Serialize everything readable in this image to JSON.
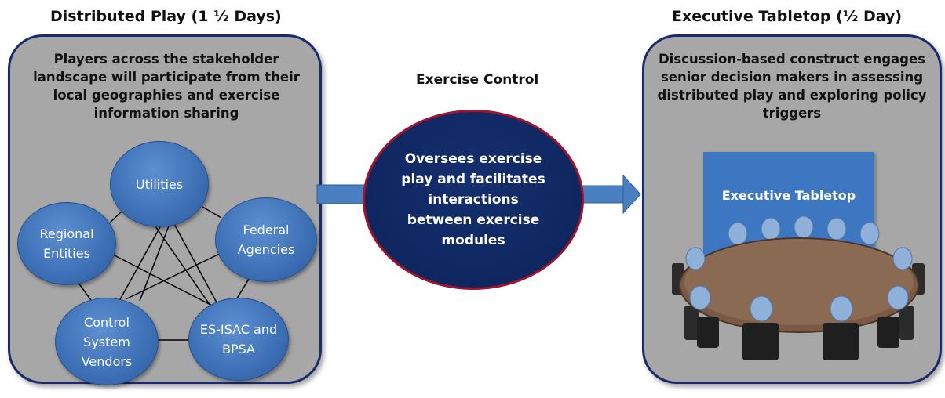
{
  "left": {
    "heading": "Distributed Play (1 ½ Days)",
    "description": "Players across the stakeholder landscape will participate from their local geographies and exercise information sharing",
    "nodes": {
      "utilities": "Utilities",
      "regional": "Regional\nEntities",
      "federal": "Federal\nAgencies",
      "vendors": "Control\nSystem\nVendors",
      "esisac": "ES-ISAC and\nBPSA"
    }
  },
  "center": {
    "heading": "Exercise Control",
    "description": "Oversees exercise\nplay and facilitates\ninteractions\nbetween exercise\nmodules"
  },
  "right": {
    "heading": "Executive Tabletop (½ Day)",
    "description": "Discussion-based construct engages senior decision makers in assessing distributed play and exploring policy triggers",
    "screen_label": "Executive Tabletop"
  },
  "colors": {
    "panel_border": "#1a2b6b",
    "node_blue": "#3f72b8",
    "control_circle": "#0f2660",
    "control_border": "#a0152b",
    "arrow": "#4a7fc1"
  }
}
